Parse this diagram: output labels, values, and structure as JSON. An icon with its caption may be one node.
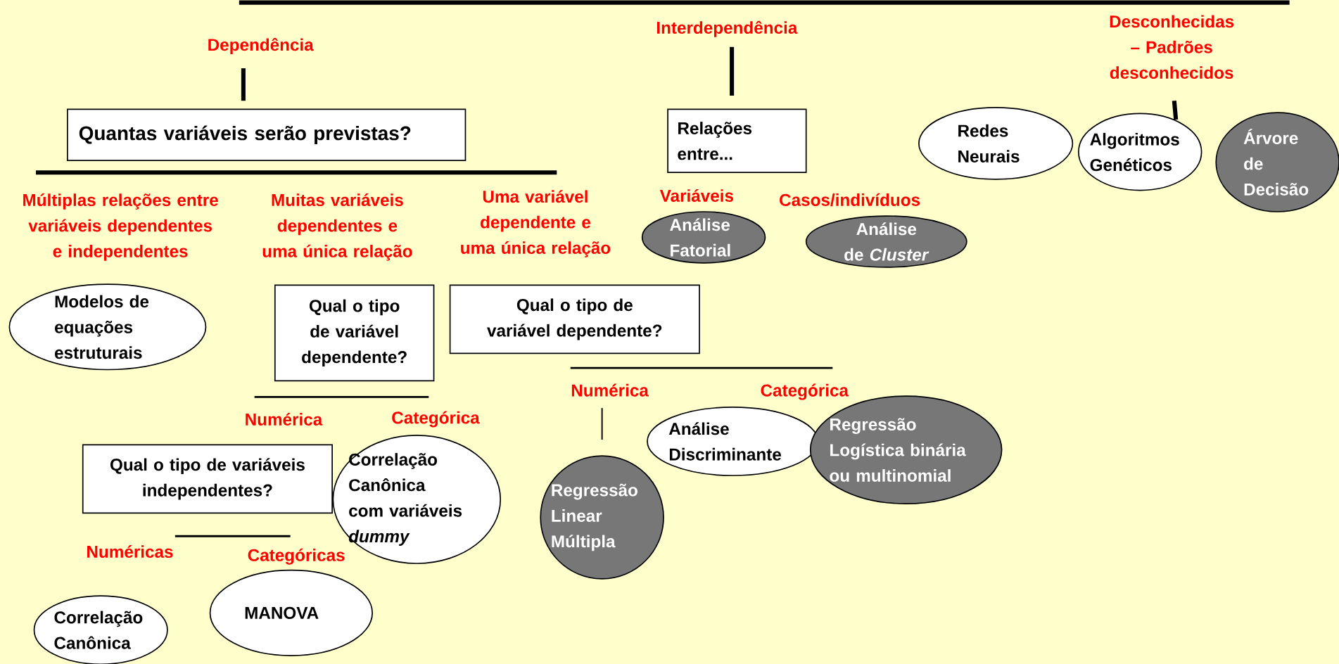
{
  "diagram": {
    "nodes": [
      {
        "text": [
          "Quantas variáveis serão previstas?"
        ]
      },
      {
        "text": [
          "Relações entre..."
        ]
      },
      {
        "text": [
          "Redes Neurais"
        ]
      },
      {
        "text": [
          "Algoritmos Genéticos"
        ]
      },
      {
        "text": [
          "Árvore de Decisão"
        ]
      },
      {
        "text": [
          "Análise Fatorial"
        ]
      },
      {
        "text": [
          "Análise de *Cluster*"
        ]
      },
      {
        "text": [
          "Modelos de equações estruturais"
        ]
      },
      {
        "text": [
          "Qual o tipo de variável dependente?"
        ]
      },
      {
        "text": [
          "Qual o tipo de variável dependente?"
        ]
      },
      {
        "text": [
          "Qual o tipo de variáveis independentes?"
        ]
      },
      {
        "text": [
          "Correlação Canônica com variáveis *dummy*"
        ]
      },
      {
        "text": [
          "Análise Discriminante"
        ]
      },
      {
        "text": [
          "Regressão Logística binária ou multinomial"
        ]
      },
      {
        "text": [
          "Regressão Linear Múltipla"
        ]
      },
      {
        "text": [
          "Correlação Canônica"
        ]
      },
      {
        "text": [
          "MANOVA"
        ]
      }
    ],
    "labels": [
      "Interdependência",
      "Desconhecidas – Padrões desconhecidos",
      "Dependência",
      "Múltiplas relações entre variáveis dependentes e independentes",
      "Muitas variáveis dependentes e uma única relação",
      "Uma variável dependente e uma única relação",
      "Variáveis",
      "Casos/indivíduos",
      "Numérica",
      "Categórica",
      "Numérica",
      "Categórica",
      "Numéricas",
      "Categóricas"
    ]
  }
}
